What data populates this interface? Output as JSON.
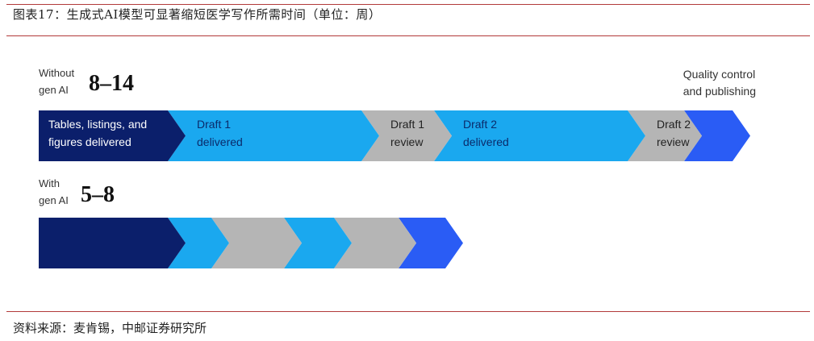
{
  "title": "图表17：生成式AI模型可显著缩短医学写作所需时间（单位：周）",
  "source": "资料来源：麦肯锡，中邮证券研究所",
  "without": {
    "label_line1": "Without",
    "label_line2": "gen AI",
    "range": "8–14",
    "end_label_line1": "Quality control",
    "end_label_line2": "and publishing",
    "segments": [
      {
        "line1": "Tables, listings, and",
        "line2": "figures delivered",
        "color": "#0b1f6b",
        "text_color": "#ffffff"
      },
      {
        "line1": "Draft 1",
        "line2": "delivered",
        "color": "#1aa8ef",
        "text_color": "#0b2b6b"
      },
      {
        "line1": "Draft 1",
        "line2": "review",
        "color": "#b5b5b5",
        "text_color": "#222222"
      },
      {
        "line1": "Draft 2",
        "line2": "delivered",
        "color": "#1aa8ef",
        "text_color": "#0b2b6b"
      },
      {
        "line1": "Draft 2",
        "line2": "review",
        "color": "#b5b5b5",
        "text_color": "#222222"
      },
      {
        "line1": "",
        "line2": "",
        "color": "#2a5cf5",
        "text_color": "#ffffff"
      }
    ]
  },
  "with": {
    "label_line1": "With",
    "label_line2": "gen AI",
    "range": "5–8",
    "segments": [
      {
        "color": "#0b1f6b"
      },
      {
        "color": "#1aa8ef"
      },
      {
        "color": "#b5b5b5"
      },
      {
        "color": "#1aa8ef"
      },
      {
        "color": "#b5b5b5"
      },
      {
        "color": "#2a5cf5"
      }
    ]
  }
}
